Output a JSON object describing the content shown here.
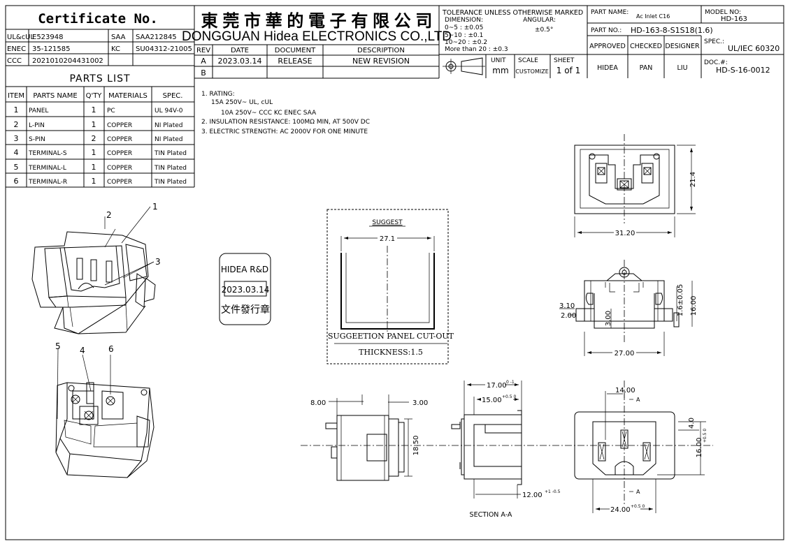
{
  "certificate": {
    "title": "Certificate No.",
    "rows": [
      {
        "k1": "UL&cUL",
        "v1": "E523948",
        "k2": "SAA",
        "v2": "SAA212845"
      },
      {
        "k1": "ENEC",
        "v1": "35-121585",
        "k2": "KC",
        "v2": "SU04312-21005"
      },
      {
        "k1": "CCC",
        "v1": "2021010204431002",
        "k2": "",
        "v2": ""
      }
    ]
  },
  "company": {
    "name_cn": "東 莞 市 華 的 電 子 有 限 公 司",
    "name_en": "DONGGUAN Hidea ELECTRONICS CO.,LTD"
  },
  "revision": {
    "headers": [
      "REV",
      "DATE",
      "DOCUMENT",
      "DESCRIPTION"
    ],
    "rows": [
      {
        "rev": "A",
        "date": "2023.03.14",
        "doc": "RELEASE",
        "desc": "NEW REVISION"
      },
      {
        "rev": "B",
        "date": "",
        "doc": "",
        "desc": ""
      }
    ]
  },
  "tolerance": {
    "title": "TOLERANCE UNLESS OTHERWISE MARKED",
    "dimension_label": "DIMENSION:",
    "angular_label": "ANGULAR:",
    "angular_value": "±0.5°",
    "ranges": [
      "0~5    : ±0.05",
      "5~10   : ±0.1",
      "10~20  : ±0.2",
      "More than 20 : ±0.3"
    ]
  },
  "units": {
    "unit_label": "UNIT",
    "unit_value": "mm",
    "scale_label": "SCALE",
    "scale_value": "CUSTOMIZE",
    "sheet_label": "SHEET",
    "sheet_value": "1  of  1"
  },
  "title_block": {
    "part_name_label": "PART NAME:",
    "part_name": "Ac Inlet C16",
    "model_label": "MODEL NO:",
    "model": "HD-163",
    "part_no_label": "PART NO.:",
    "part_no": "HD-163-8-S1S18(1.6)",
    "approved_label": "APPROVED",
    "checked_label": "CHECKED",
    "designer_label": "DESIGNER",
    "spec_label": "SPEC.:",
    "spec": "UL/IEC 60320",
    "approved": "HIDEA",
    "checked": "PAN",
    "designer": "LIU",
    "doc_label": "DOC.#:",
    "doc": "HD-S-16-0012"
  },
  "parts_list": {
    "title": "PARTS LIST",
    "headers": [
      "ITEM",
      "PARTS NAME",
      "Q'TY",
      "MATERIALS",
      "SPEC."
    ],
    "rows": [
      {
        "item": "1",
        "name": "PANEL",
        "qty": "1",
        "mat": "PC",
        "spec": "UL 94V-0"
      },
      {
        "item": "2",
        "name": "L-PIN",
        "qty": "1",
        "mat": "COPPER",
        "spec": "NI Plated"
      },
      {
        "item": "3",
        "name": "S-PIN",
        "qty": "2",
        "mat": "COPPER",
        "spec": "NI Plated"
      },
      {
        "item": "4",
        "name": "TERMINAL-S",
        "qty": "1",
        "mat": "COPPER",
        "spec": "TIN Plated"
      },
      {
        "item": "5",
        "name": "TERMINAL-L",
        "qty": "1",
        "mat": "COPPER",
        "spec": "TIN Plated"
      },
      {
        "item": "6",
        "name": "TERMINAL-R",
        "qty": "1",
        "mat": "COPPER",
        "spec": "TIN Plated"
      }
    ]
  },
  "notes": [
    "1. RATING:",
    "15A 250V~ UL, cUL",
    "10A 250V~ CCC KC ENEC SAA",
    "2. INSULATION RESISTANCE: 100MΩ MIN, AT 500V DC",
    "3. ELECTRIC STRENGTH: AC 2000V FOR ONE MINUTE"
  ],
  "stamp": {
    "line1": "HIDEA R&D",
    "date": "2023.03.14",
    "line3": "文件發行章"
  },
  "cutout": {
    "suggest": "SUGGEST",
    "width": "27.1",
    "caption": "SUGGEETION PANEL CUT-OUT",
    "thickness": "THICKNESS:1.5"
  },
  "balloons": [
    "1",
    "2",
    "3",
    "4",
    "5",
    "6"
  ],
  "dims": {
    "top_width": "31.20",
    "top_height": "21.4",
    "front_width": "27.00",
    "d310": "3.10",
    "d200": "2.00",
    "d300": "3.00",
    "d16": "1.6±0.05",
    "d1600": "16.00",
    "side_800": "8.00",
    "side_300": "3.00",
    "side_1850": "18.50",
    "sec_1700": "17.00",
    "sec_1700_tol": "0 -1",
    "sec_1500": "15.00",
    "sec_1500_tol": "+0.5 0",
    "sec_1200": "12.00",
    "sec_1200_tol": "+1 -0.5",
    "sec_label": "SECTION  A-A",
    "fr_1400": "14.00",
    "fr_40": "4.0",
    "fr_1600": "16.00",
    "fr_1600_tol": "+0.5 0",
    "fr_2400": "24.00",
    "fr_2400_tol": "+0.5 0",
    "sec_mark": "A"
  }
}
